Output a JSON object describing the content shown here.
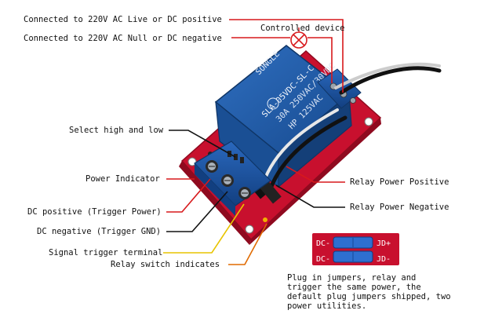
{
  "labels": {
    "live_positive": "Connected to 220V AC Live or DC positive",
    "null_negative": "Connected to 220V AC Null or DC negative",
    "controlled_device": "Controlled device",
    "select_high_low": "Select high and low",
    "power_indicator": "Power Indicator",
    "dc_positive_trigger": "DC positive (Trigger Power)",
    "dc_negative_trigger": "DC negative (Trigger GND)",
    "signal_trigger": "Signal trigger terminal",
    "relay_switch": "Relay switch indicates",
    "relay_power_positive": "Relay Power Positive",
    "relay_power_negative": "Relay Power Negative"
  },
  "relay": {
    "brand": "SONGLE",
    "model": "SLA-05VDC-SL-C",
    "rating": "30A 250VAC/30VDC",
    "hp": "HP 125VAC"
  },
  "jumper": {
    "dc_top": "DC-",
    "dc_bottom": "DC-",
    "jd_top": "JD+",
    "jd_bottom": "JD-"
  },
  "note": {
    "line1": "Plug in jumpers, relay and",
    "line2": "trigger the same power, the",
    "line3": "default plug jumpers shipped, two",
    "line4": "power utilities."
  },
  "colors": {
    "pcb": "#c8102e",
    "relay_body": "#1f5aa6",
    "terminal": "#1a56a8",
    "line_red": "#d7191c",
    "line_black": "#111111",
    "line_yellow": "#e8c400",
    "line_orange": "#e06a00"
  }
}
